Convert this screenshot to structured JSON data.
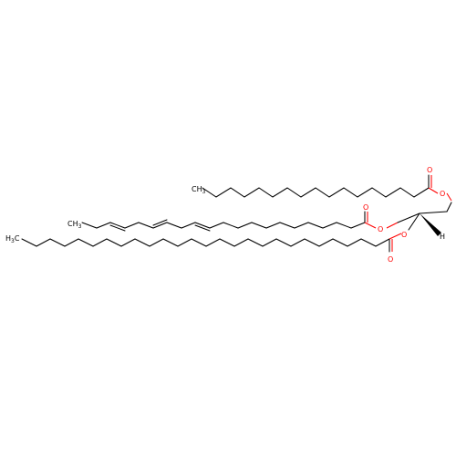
{
  "diagram": {
    "colors": {
      "bond": "#000000",
      "oxygen": "#ff0000",
      "background": "#ffffff"
    },
    "labels": {
      "o_top_ester": "O",
      "o_top_carbonyl": "O",
      "o_mid_ester": "O",
      "o_mid_carbonyl": "O",
      "o_low_ester": "O",
      "o_low_carbonyl": "O",
      "ch3_top": "CH",
      "ch3_top_sub": "3",
      "ch3_mid": "CH",
      "ch3_mid_sub": "3",
      "h3c_low": "H",
      "h3c_low_sub": "3",
      "h3c_low_c": "C",
      "stereo_h": "H"
    }
  }
}
